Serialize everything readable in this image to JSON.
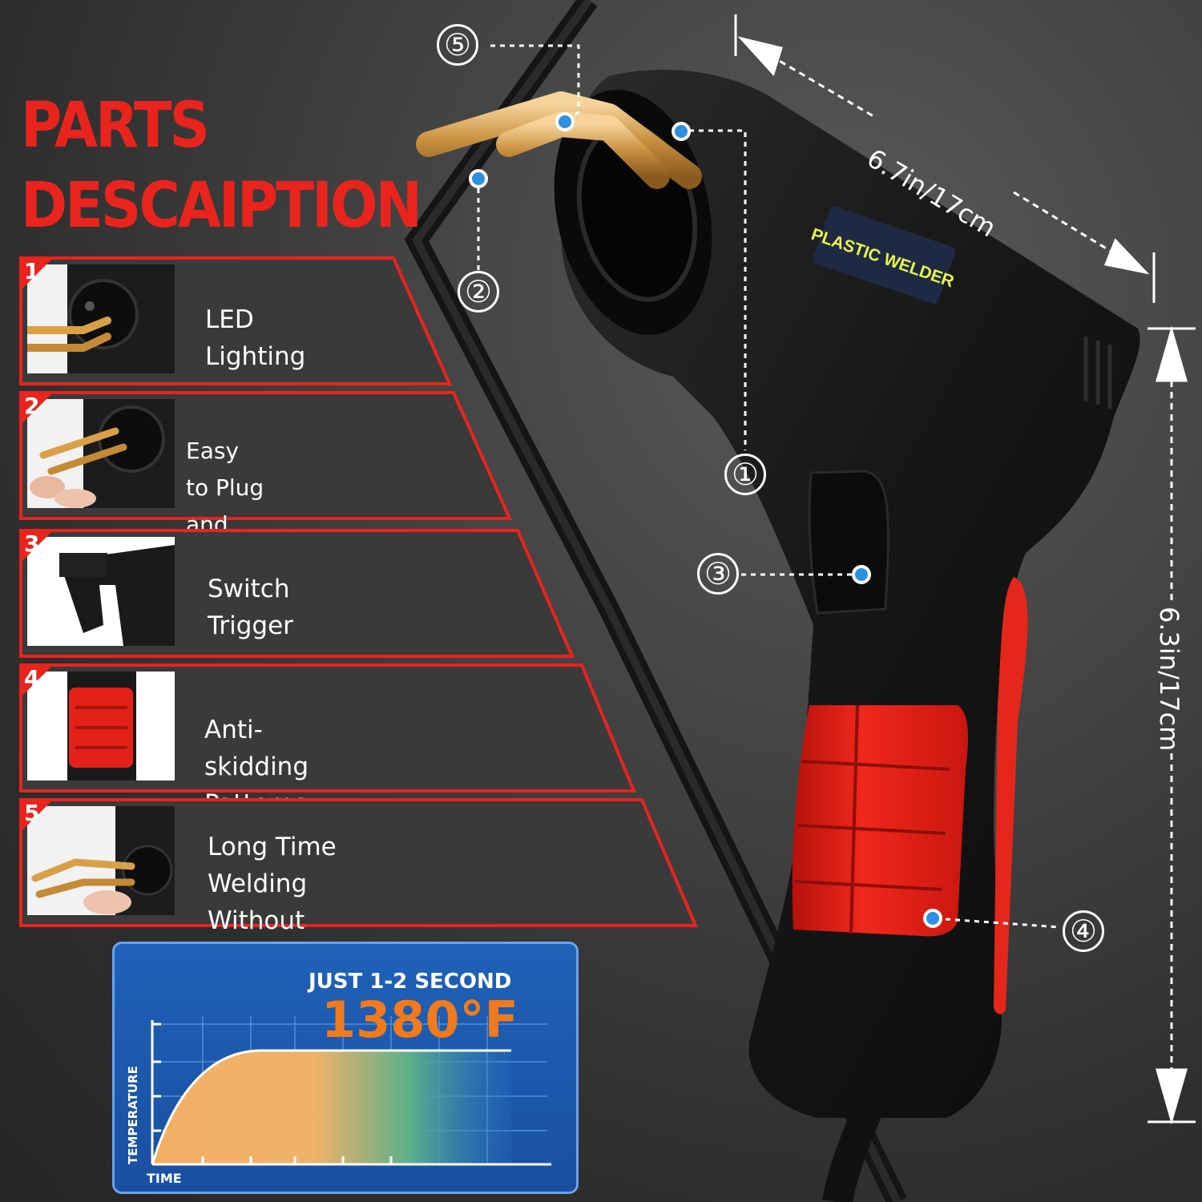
{
  "heading": {
    "line1": "PARTS",
    "line2": "DESCAIPTION"
  },
  "parts": [
    {
      "number": "1",
      "label": "LED Lighting"
    },
    {
      "number": "2",
      "label": "Easy to Plug and Unplug"
    },
    {
      "number": "3",
      "label": "Switch Trigger"
    },
    {
      "number": "4",
      "label": "Anti-skidding Patterns"
    },
    {
      "number": "5",
      "label": "Long Time Welding Without\nHeat,Stable Performance"
    }
  ],
  "callouts": [
    "①",
    "②",
    "③",
    "④",
    "⑤"
  ],
  "product": {
    "badge": "PLASTIC WELDER"
  },
  "dimensions": {
    "width": "6.7in/17cm",
    "height": "6.3in/17cm"
  },
  "heat_panel": {
    "subtitle": "JUST 1-2 SECOND",
    "temperature": "1380°F",
    "y_axis_label": "TEMPERATURE",
    "x_axis_label": "TIME"
  },
  "colors": {
    "accent_red": "#e8241d",
    "callout_dot": "#2e8ee0",
    "panel_blue": "#1f62b8",
    "temp_orange": "#f07a1c"
  }
}
